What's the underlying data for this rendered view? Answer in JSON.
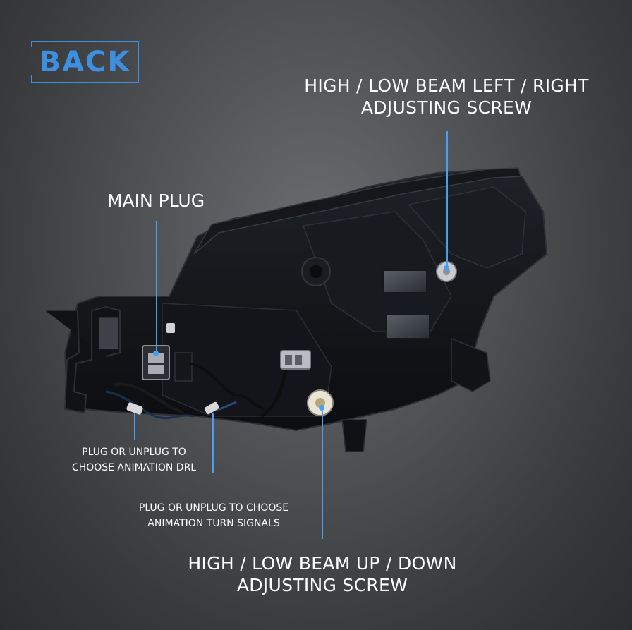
{
  "badge": {
    "text": "BACK",
    "color": "#3d8fe0"
  },
  "callouts": {
    "top_right": {
      "line1": "HIGH / LOW BEAM LEFT / RIGHT",
      "line2": "ADJUSTING SCREW"
    },
    "main_plug": {
      "text": "MAIN PLUG"
    },
    "drl": {
      "line1": "PLUG OR UNPLUG TO",
      "line2": "CHOOSE ANIMATION DRL"
    },
    "turn": {
      "line1": "PLUG OR UNPLUG TO CHOOSE",
      "line2": "ANIMATION TURN SIGNALS"
    },
    "bottom": {
      "line1": "HIGH / LOW BEAM UP / DOWN",
      "line2": "ADJUSTING SCREW"
    }
  },
  "colors": {
    "accent": "#4a9ef0",
    "text": "#ffffff",
    "background": "#4f5154"
  },
  "image": {
    "subject": "headlight-rear-housing"
  }
}
